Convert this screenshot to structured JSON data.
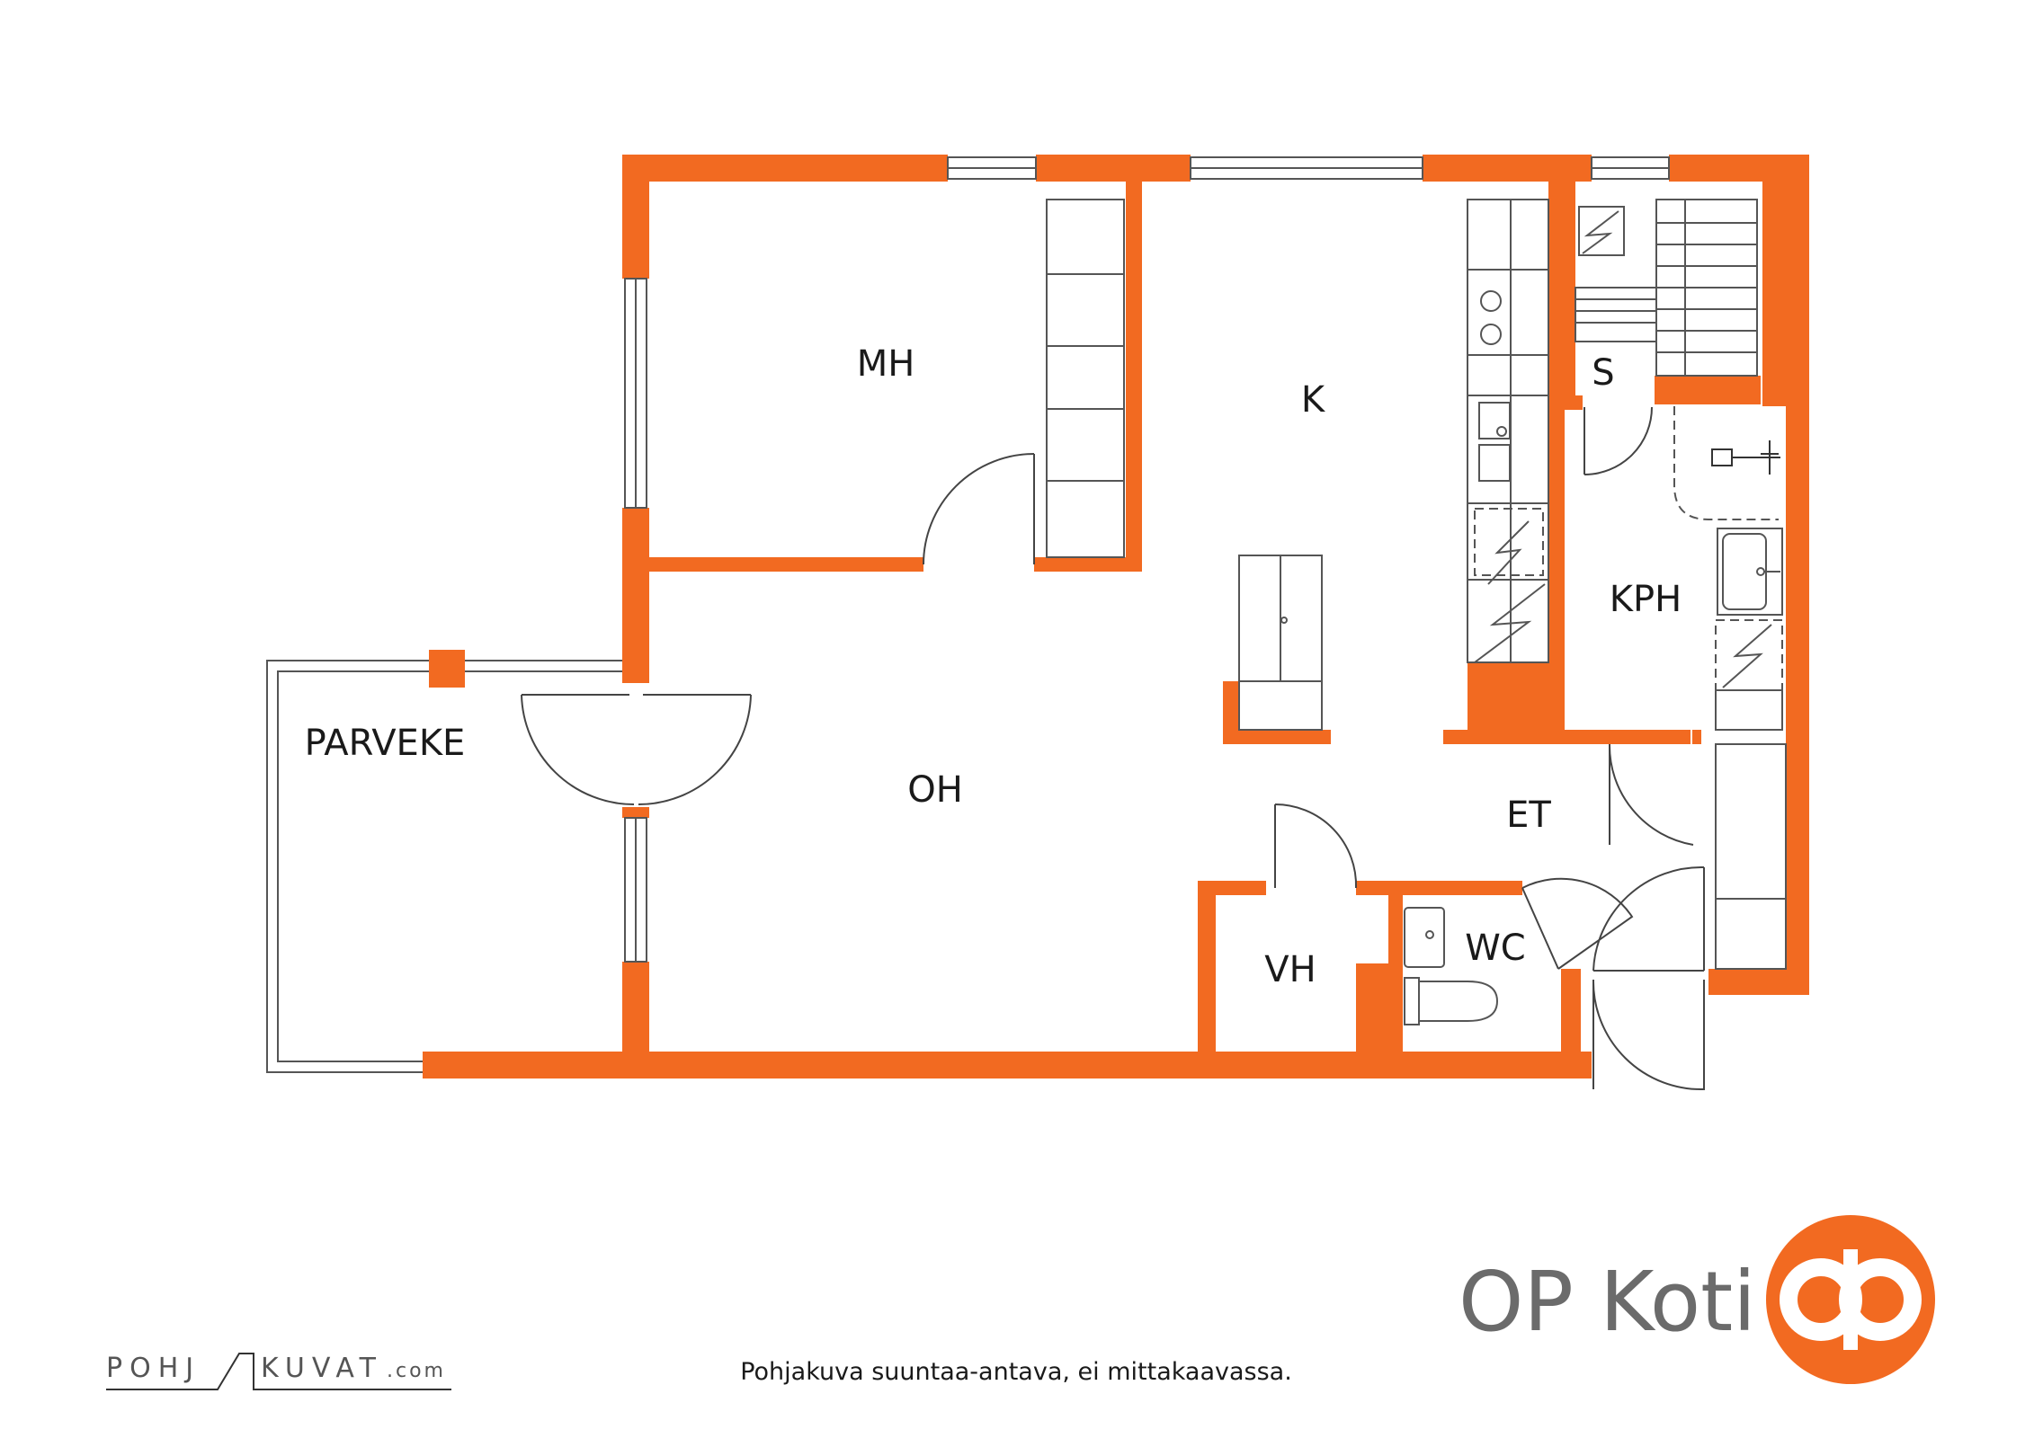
{
  "colors": {
    "wall": "#f26a21",
    "line": "#555555",
    "brand_text": "#6b6b6b",
    "logo": "#f26a21"
  },
  "rooms": {
    "mh": "MH",
    "k": "K",
    "s": "S",
    "kph": "KPH",
    "parveke": "PARVEKE",
    "oh": "OH",
    "et": "ET",
    "vh": "VH",
    "wc": "WC"
  },
  "brand": {
    "name": "OP Koti",
    "logo_icon": "op-logo-icon"
  },
  "credit": {
    "left": "POHJ",
    "right": "KUVAT",
    "suffix": ".com"
  },
  "disclaimer": "Pohjakuva suuntaa-antava, ei mittakaavassa."
}
